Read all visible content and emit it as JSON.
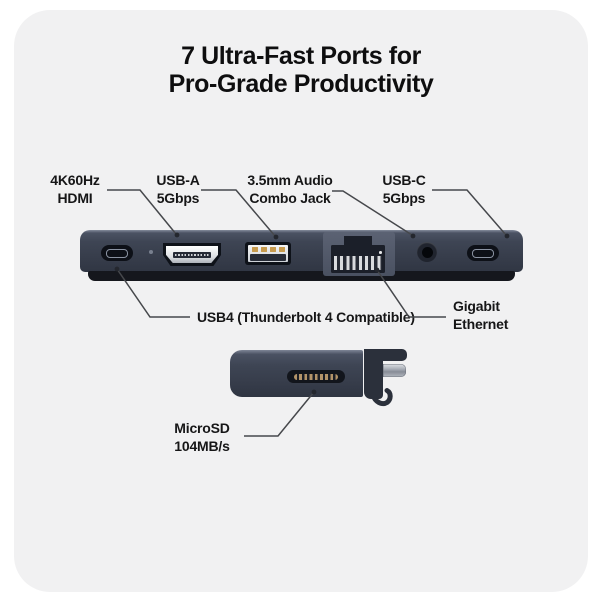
{
  "title": {
    "line1": "7 Ultra-Fast Ports for",
    "line2": "Pro-Grade Productivity"
  },
  "labels": {
    "hdmi": {
      "line1": "4K60Hz",
      "line2": "HDMI"
    },
    "usb_a": {
      "line1": "USB-A",
      "line2": "5Gbps"
    },
    "audio": {
      "line1": "3.5mm Audio",
      "line2": "Combo Jack"
    },
    "usb_c": {
      "line1": "USB-C",
      "line2": "5Gbps"
    },
    "usb4": {
      "text": "USB4 (Thunderbolt 4 Compatible)"
    },
    "ethernet": {
      "line1": "Gigabit",
      "line2": "Ethernet"
    },
    "microsd": {
      "line1": "MicroSD",
      "line2": "104MB/s"
    }
  },
  "device": {
    "port_icons": [
      "usb4-port-icon",
      "hdmi-port-icon",
      "usb-a-port-icon",
      "ethernet-port-icon",
      "audio-jack-icon",
      "usb-c-port-icon",
      "microsd-slot-icon",
      "usb-c-plug-icon",
      "cable-hook-icon"
    ],
    "port_count": 7
  },
  "colors": {
    "page_background": "#ffffff",
    "card_background": "#f1f1f2",
    "title_text": "#0e0e0f",
    "label_text": "#161617",
    "callout_line": "#46484c",
    "device_body": "#3c4351",
    "ethernet_panel": "#4d5464",
    "port_dark": "#0e1219",
    "pin_gold": "#c79b4e",
    "plug_silver": "#b3b8c0"
  }
}
